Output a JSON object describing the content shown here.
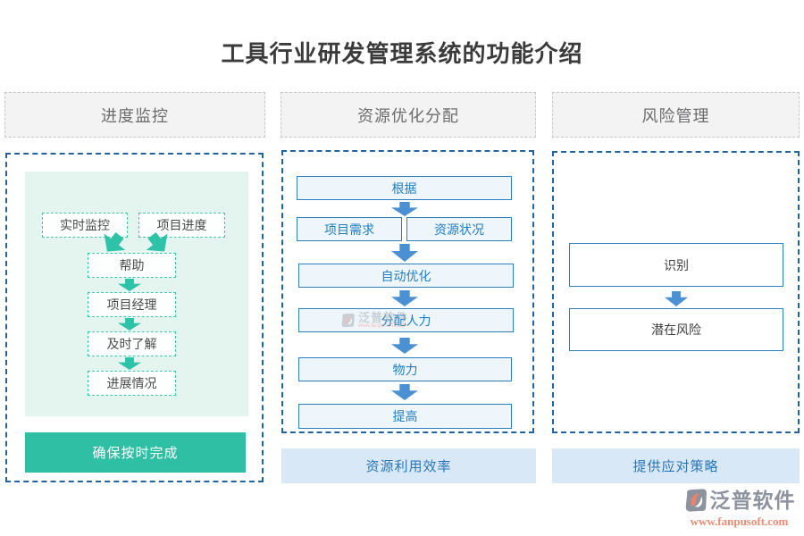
{
  "title": "工具行业研发管理系统的功能介绍",
  "columns": [
    {
      "header": "进度监控",
      "nodes": {
        "realtime": "实时监控",
        "progress": "项目进度",
        "help": "帮助",
        "manager": "项目经理",
        "timely": "及时了解",
        "status": "进展情况"
      },
      "footer": "确保按时完成"
    },
    {
      "header": "资源优化分配",
      "nodes": {
        "basis": "根据",
        "requirements": "项目需求",
        "resources": "资源状况",
        "optimize": "自动优化",
        "manpower": "分配人力",
        "material": "物力",
        "improve": "提高"
      },
      "footer": "资源利用效率"
    },
    {
      "header": "风险管理",
      "nodes": {
        "identify": "识别",
        "risk": "潜在风险"
      },
      "footer": "提供应对策略"
    }
  ],
  "brand": {
    "name": "泛普软件",
    "website": "www.fanpusoft.com"
  },
  "colors": {
    "teal_accent": "#2ebfa5",
    "mint_bg": "#e4f4ee",
    "blue_dash_border": "#21639f",
    "blue_node_border": "#2c7fc0",
    "blue_node_text": "#1d7dc4",
    "blue_arrow": "#4a90d2",
    "footer_bg": "#d9e8f6",
    "header_bg": "#f3f3f3",
    "logo_gray": "#8d939e",
    "logo_orange": "#ea8b72"
  }
}
